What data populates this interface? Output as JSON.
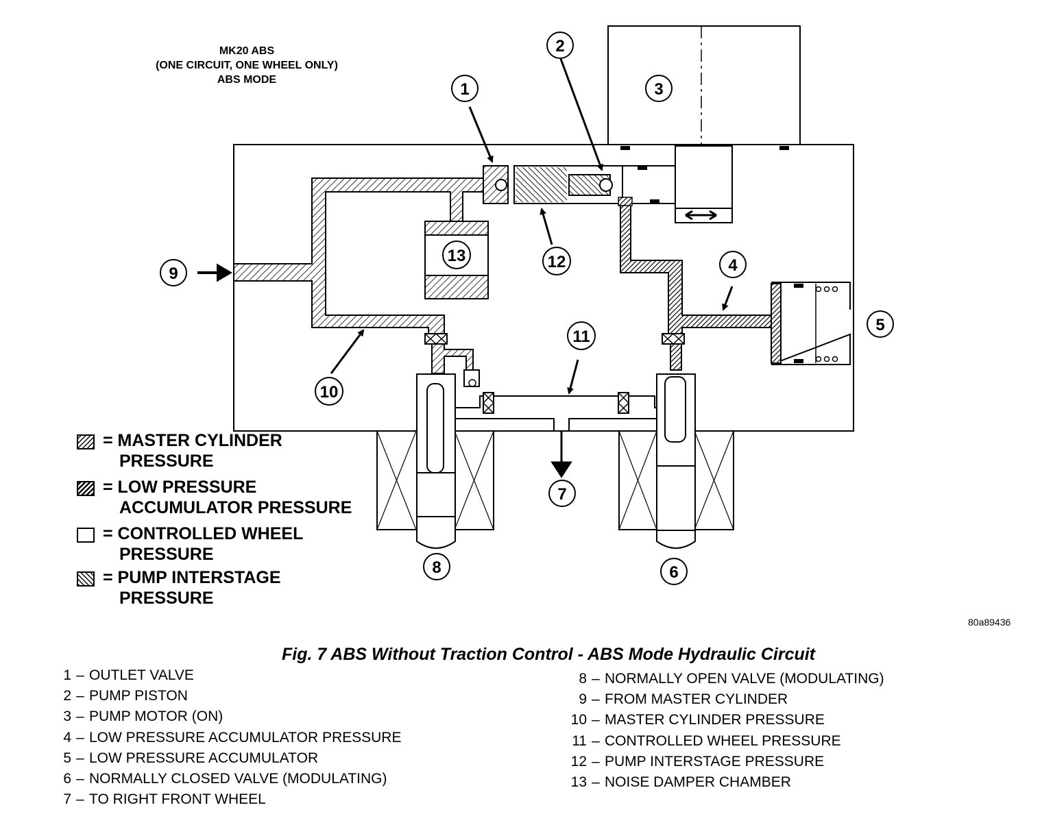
{
  "header": {
    "line1": "MK20 ABS",
    "line2": "(ONE CIRCUIT, ONE WHEEL ONLY)",
    "line3": "ABS MODE"
  },
  "callouts": [
    "1",
    "2",
    "3",
    "4",
    "5",
    "6",
    "7",
    "8",
    "9",
    "10",
    "11",
    "12",
    "13"
  ],
  "key": {
    "master": {
      "line1": "= MASTER CYLINDER",
      "line2": "PRESSURE"
    },
    "low": {
      "line1": "= LOW PRESSURE",
      "line2": "ACCUMULATOR PRESSURE"
    },
    "controlled": {
      "line1": "= CONTROLLED WHEEL",
      "line2": "PRESSURE"
    },
    "pump": {
      "line1": "= PUMP INTERSTAGE",
      "line2": "PRESSURE"
    }
  },
  "code": "80a89436",
  "caption": "Fig. 7 ABS Without Traction Control - ABS Mode Hydraulic Circuit",
  "legend": [
    {
      "num": "1",
      "text": "OUTLET VALVE"
    },
    {
      "num": "2",
      "text": "PUMP PISTON"
    },
    {
      "num": "3",
      "text": "PUMP MOTOR (ON)"
    },
    {
      "num": "4",
      "text": "LOW PRESSURE ACCUMULATOR PRESSURE"
    },
    {
      "num": "5",
      "text": "LOW PRESSURE ACCUMULATOR"
    },
    {
      "num": "6",
      "text": "NORMALLY CLOSED VALVE (MODULATING)"
    },
    {
      "num": "7",
      "text": "TO RIGHT FRONT WHEEL"
    },
    {
      "num": "8",
      "text": "NORMALLY OPEN VALVE (MODULATING)"
    },
    {
      "num": "9",
      "text": "FROM MASTER CYLINDER"
    },
    {
      "num": "10",
      "text": "MASTER CYLINDER PRESSURE"
    },
    {
      "num": "11",
      "text": "CONTROLLED WHEEL PRESSURE"
    },
    {
      "num": "12",
      "text": "PUMP INTERSTAGE PRESSURE"
    },
    {
      "num": "13",
      "text": "NOISE DAMPER CHAMBER"
    }
  ]
}
